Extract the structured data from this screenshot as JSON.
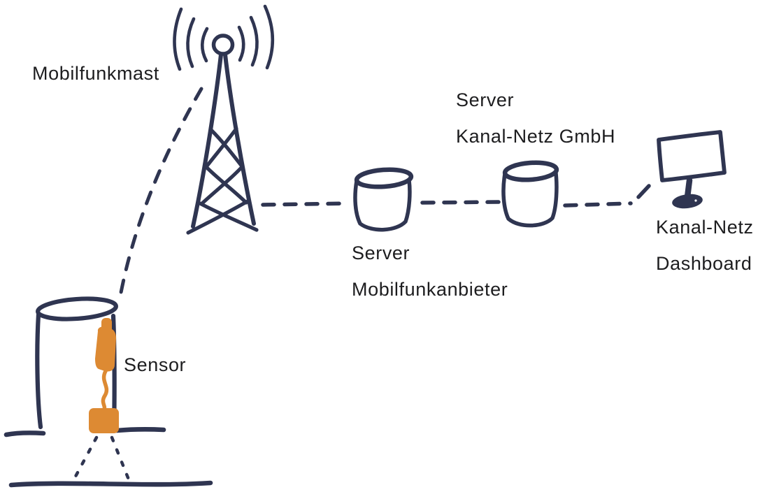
{
  "diagram": {
    "colors": {
      "ink": "#2f3551",
      "text": "#1d1d1f",
      "sensor": "#dd8a33",
      "background": "#ffffff"
    },
    "labels": {
      "mast": "Mobilfunkmast",
      "sensor": "Sensor",
      "server_mobile_line1": "Server",
      "server_mobile_line2": "Mobilfunkanbieter",
      "server_kanal_line1": "Server",
      "server_kanal_line2": "Kanal-Netz GmbH",
      "dashboard_line1": "Kanal-Netz",
      "dashboard_line2": "Dashboard"
    },
    "icons": [
      {
        "name": "radio-waves-icon",
        "shape": "hand-drawn signal arcs left and right of antenna"
      },
      {
        "name": "cell-tower-icon",
        "shape": "hand-drawn lattice mast with circle antenna"
      },
      {
        "name": "manhole-shaft-icon",
        "shape": "hand-drawn open shaft cylinder set into ground"
      },
      {
        "name": "sensor-device-icon",
        "shape": "orange device with antenna unit, cable and sensor box"
      },
      {
        "name": "server-cylinder-icon",
        "shape": "hand-drawn database cylinder"
      },
      {
        "name": "monitor-icon",
        "shape": "hand-drawn screen with stand and base"
      }
    ],
    "connections": [
      {
        "from": "Sensor",
        "to": "Mobilfunkmast",
        "style": "dashed"
      },
      {
        "from": "Mobilfunkmast",
        "to": "Server Mobilfunkanbieter",
        "style": "dashed"
      },
      {
        "from": "Server Mobilfunkanbieter",
        "to": "Server Kanal-Netz GmbH",
        "style": "dashed"
      },
      {
        "from": "Server Kanal-Netz GmbH",
        "to": "Kanal-Netz Dashboard",
        "style": "dashed"
      },
      {
        "from": "Sensor",
        "to": "Schachtboden",
        "style": "dotted-measuring-cone"
      }
    ]
  }
}
